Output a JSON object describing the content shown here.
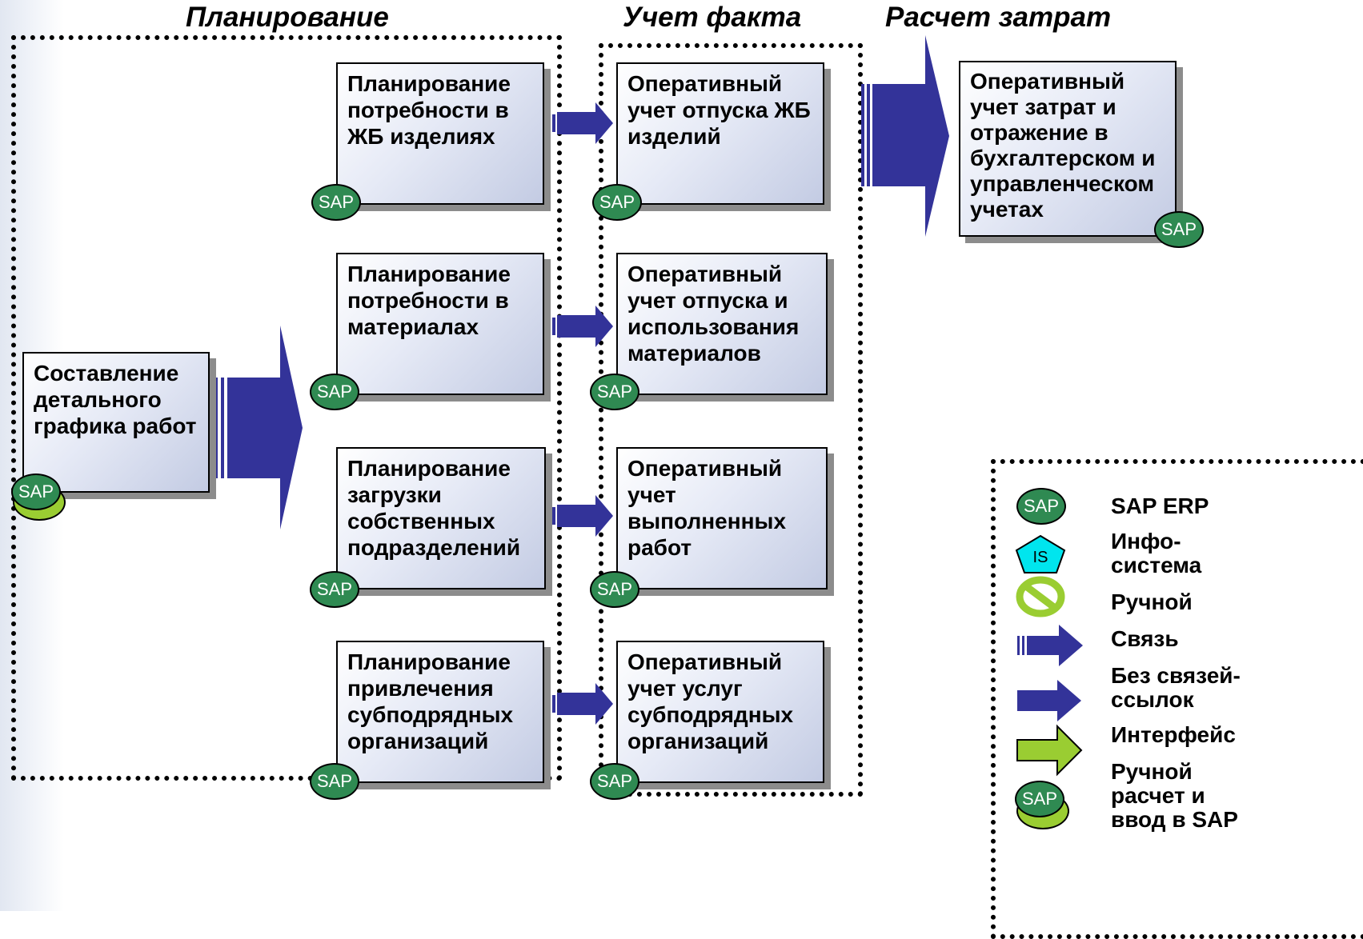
{
  "headers": {
    "planning": "Планирование",
    "actual": "Учет факта",
    "cost": "Расчет затрат"
  },
  "source_box": {
    "text": "Составление\nдетального\nграфика работ",
    "badge": "SAP"
  },
  "planning_boxes": [
    {
      "text": "Планирование\nпотребности в\nЖБ изделиях",
      "badge": "SAP"
    },
    {
      "text": "Планирование\nпотребности в\nматериалах",
      "badge": "SAP"
    },
    {
      "text": "Планирование\nзагрузки\nсобственных\nподразделений",
      "badge": "SAP"
    },
    {
      "text": "Планирование\nпривлечения\nсубподрядных\nорганизаций",
      "badge": "SAP"
    }
  ],
  "actual_boxes": [
    {
      "text": "Оперативный\nучет отпуска ЖБ\nизделий",
      "badge": "SAP"
    },
    {
      "text": "Оперативный\nучет отпуска и\nиспользования\nматериалов",
      "badge": "SAP"
    },
    {
      "text": "Оперативный\nучет\nвыполненных\nработ",
      "badge": "SAP"
    },
    {
      "text": "Оперативный\nучет услуг\nсубподрядных\nорганизаций",
      "badge": "SAP"
    }
  ],
  "cost_box": {
    "text": "Оперативный\nучет затрат и\nотражение в\nбухгалтерском и\nуправленческом\nучетах",
    "badge": "SAP"
  },
  "legend": [
    {
      "icon": "sap-ellipse-icon",
      "icon_text": "SAP",
      "label": "SAP ERP"
    },
    {
      "icon": "pentagon-icon",
      "icon_text": "IS",
      "label": "Инфо-\nсистема"
    },
    {
      "icon": "prohibited-icon",
      "label": "Ручной"
    },
    {
      "icon": "striped-arrow-icon",
      "label": "Связь"
    },
    {
      "icon": "solid-arrow-icon",
      "label": "Без связей-\nссылок"
    },
    {
      "icon": "green-arrow-icon",
      "label": "Интерфейс"
    },
    {
      "icon": "stacked-sap-icon",
      "icon_text": "SAP",
      "label": "Ручной\nрасчет и\nввод в SAP"
    }
  ],
  "colors": {
    "arrow": "#333399",
    "sap_badge": "#2f8a52",
    "interface_arrow": "#9acd32",
    "info_system": "#00e5ee"
  }
}
